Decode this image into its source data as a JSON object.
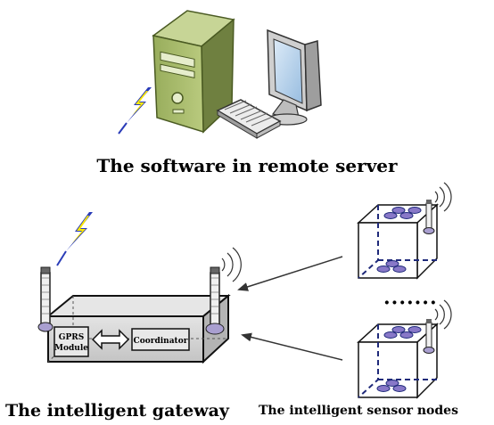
{
  "server": {
    "caption": "The software in remote server"
  },
  "gateway": {
    "caption": "The intelligent gateway",
    "modules": {
      "gprs_line1": "GPRS",
      "gprs_line2": "Module",
      "coordinator": "Coordinator"
    }
  },
  "sensor_nodes": {
    "caption": "The intelligent sensor nodes",
    "ellipsis": "·······"
  },
  "colors": {
    "tower_green": "#a8bb6c",
    "tower_dark": "#6f8040",
    "monitor_frame": "#d9d9d9",
    "screen_blue": "#b8d3ec",
    "lightning_yellow": "#ffea00",
    "lightning_blue": "#2a3cb8",
    "gateway_box": "#d0d0d0",
    "module_fill": "#e8e8e8",
    "node_dash": "#1f2a7a",
    "node_spot": "#8878c8",
    "antenna_cap": "#a99fd0",
    "arrow": "#333333"
  },
  "icons": [
    "computer-tower-icon",
    "monitor-icon",
    "keyboard-icon",
    "lightning-icon",
    "antenna-icon",
    "wifi-signal-icon",
    "double-arrow-icon"
  ]
}
